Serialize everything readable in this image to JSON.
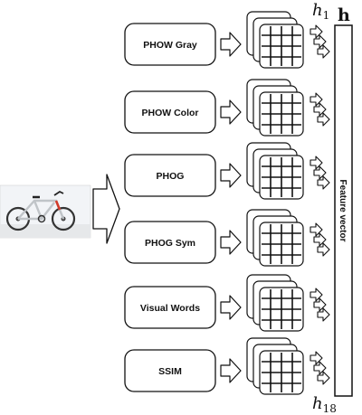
{
  "features": [
    {
      "label": "PHOW Gray"
    },
    {
      "label": "PHOW Color"
    },
    {
      "label": "PHOG"
    },
    {
      "label": "PHOG Sym"
    },
    {
      "label": "Visual Words"
    },
    {
      "label": "SSIM"
    }
  ],
  "h_top": {
    "base": "h",
    "sub": "1"
  },
  "h_bottom": {
    "base": "h",
    "sub": "18"
  },
  "vector": {
    "symbol": "h",
    "label": "Feature vector"
  },
  "colors": {
    "stroke": "#111111",
    "background": "#ffffff"
  },
  "input_image": {
    "subject": "bicycle-photo"
  }
}
